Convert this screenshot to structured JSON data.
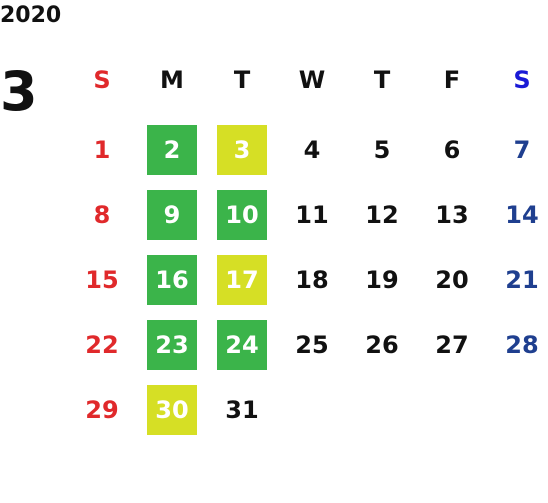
{
  "calendar": {
    "year": "2020",
    "month": "3",
    "weekdays": [
      "S",
      "M",
      "T",
      "W",
      "T",
      "F",
      "S"
    ],
    "colors": {
      "sunday": "#e0292b",
      "saturday_header": "#1a1ad6",
      "saturday": "#1f3f8f",
      "weekday": "#111111",
      "green_highlight": "#3bb44a",
      "yellow_highlight": "#d6df25"
    },
    "weeks": [
      [
        {
          "day": "1",
          "highlight": "none"
        },
        {
          "day": "2",
          "highlight": "green"
        },
        {
          "day": "3",
          "highlight": "yellow"
        },
        {
          "day": "4",
          "highlight": "none"
        },
        {
          "day": "5",
          "highlight": "none"
        },
        {
          "day": "6",
          "highlight": "none"
        },
        {
          "day": "7",
          "highlight": "none"
        }
      ],
      [
        {
          "day": "8",
          "highlight": "none"
        },
        {
          "day": "9",
          "highlight": "green"
        },
        {
          "day": "10",
          "highlight": "green"
        },
        {
          "day": "11",
          "highlight": "none"
        },
        {
          "day": "12",
          "highlight": "none"
        },
        {
          "day": "13",
          "highlight": "none"
        },
        {
          "day": "14",
          "highlight": "none"
        }
      ],
      [
        {
          "day": "15",
          "highlight": "none"
        },
        {
          "day": "16",
          "highlight": "green"
        },
        {
          "day": "17",
          "highlight": "yellow"
        },
        {
          "day": "18",
          "highlight": "none"
        },
        {
          "day": "19",
          "highlight": "none"
        },
        {
          "day": "20",
          "highlight": "none"
        },
        {
          "day": "21",
          "highlight": "none"
        }
      ],
      [
        {
          "day": "22",
          "highlight": "none"
        },
        {
          "day": "23",
          "highlight": "green"
        },
        {
          "day": "24",
          "highlight": "green"
        },
        {
          "day": "25",
          "highlight": "none"
        },
        {
          "day": "26",
          "highlight": "none"
        },
        {
          "day": "27",
          "highlight": "none"
        },
        {
          "day": "28",
          "highlight": "none"
        }
      ],
      [
        {
          "day": "29",
          "highlight": "none"
        },
        {
          "day": "30",
          "highlight": "yellow"
        },
        {
          "day": "31",
          "highlight": "none"
        }
      ]
    ]
  }
}
